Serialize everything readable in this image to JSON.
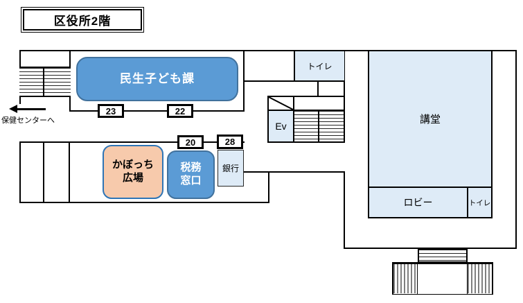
{
  "title": "区役所2階",
  "exit": {
    "label": "保健センターへ"
  },
  "rooms": {
    "minsei": "民生子ども課",
    "kabocchi1": "かぼっち",
    "kabocchi2": "広場",
    "zeimu1": "税務",
    "zeimu2": "窓口",
    "bank": "銀行",
    "toilet_top": "トイレ",
    "toilet_bottom": "トイレ",
    "elevator": "Ev",
    "auditorium": "講堂",
    "lobby": "ロビー"
  },
  "counters": {
    "n23": "23",
    "n22": "22",
    "n20": "20",
    "n28": "28"
  },
  "colors": {
    "accent_blue": "#5B9BD5",
    "accent_blue_border": "#41719C",
    "light_blue": "#DEEBF7",
    "peach": "#F7CAAC",
    "peach_border": "#2E75B6"
  }
}
